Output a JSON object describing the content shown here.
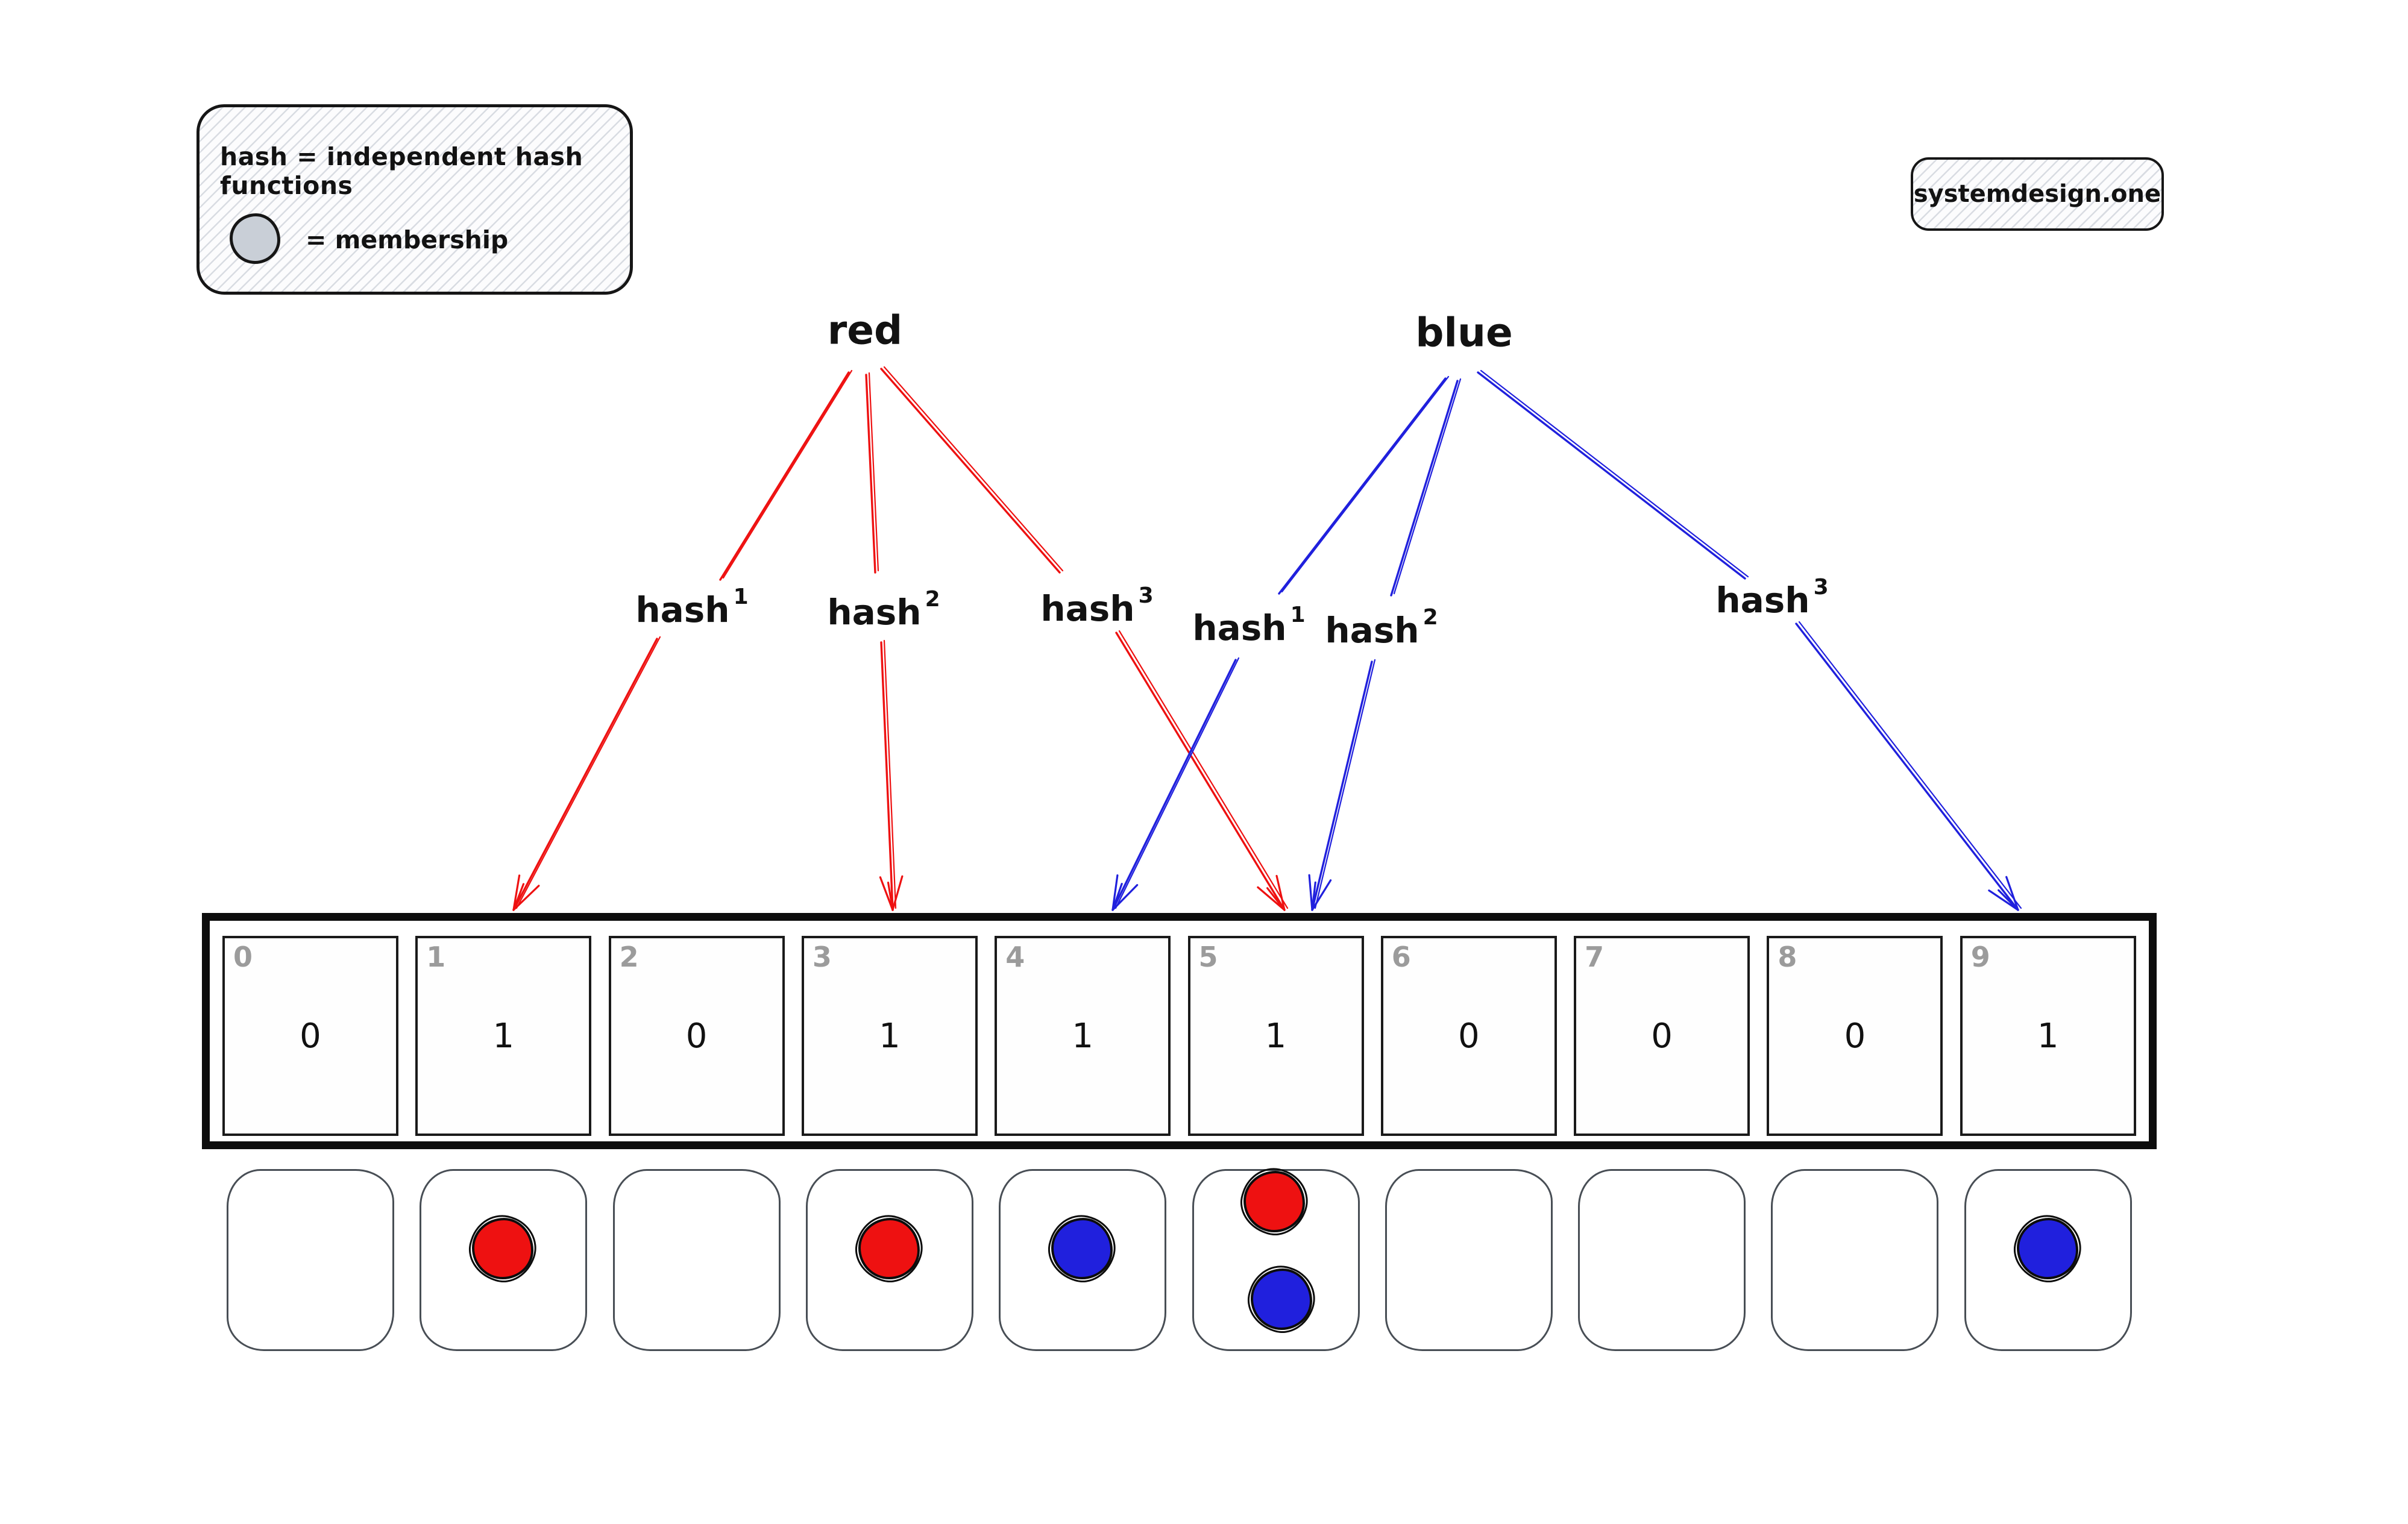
{
  "legend": {
    "hash_definition": "hash = independent hash functions",
    "membership_symbol": "gray-circle",
    "membership_definition": "= membership"
  },
  "badge": {
    "text": "systemdesign.one"
  },
  "items": [
    {
      "name": "red",
      "color": "#ee1111"
    },
    {
      "name": "blue",
      "color": "#2020dd"
    }
  ],
  "hash_functions": [
    {
      "owner": "red",
      "base": "hash",
      "sup": "1",
      "target_bit": 1
    },
    {
      "owner": "red",
      "base": "hash",
      "sup": "2",
      "target_bit": 3
    },
    {
      "owner": "red",
      "base": "hash",
      "sup": "3",
      "target_bit": 5
    },
    {
      "owner": "blue",
      "base": "hash",
      "sup": "1",
      "target_bit": 4
    },
    {
      "owner": "blue",
      "base": "hash",
      "sup": "2",
      "target_bit": 5
    },
    {
      "owner": "blue",
      "base": "hash",
      "sup": "3",
      "target_bit": 9
    }
  ],
  "bit_array": {
    "cells": [
      {
        "index": "0",
        "value": "0"
      },
      {
        "index": "1",
        "value": "1"
      },
      {
        "index": "2",
        "value": "0"
      },
      {
        "index": "3",
        "value": "1"
      },
      {
        "index": "4",
        "value": "1"
      },
      {
        "index": "5",
        "value": "1"
      },
      {
        "index": "6",
        "value": "0"
      },
      {
        "index": "7",
        "value": "0"
      },
      {
        "index": "8",
        "value": "0"
      },
      {
        "index": "9",
        "value": "1"
      }
    ]
  },
  "buckets": [
    {
      "index": 0,
      "members": []
    },
    {
      "index": 1,
      "members": [
        "red"
      ]
    },
    {
      "index": 2,
      "members": []
    },
    {
      "index": 3,
      "members": [
        "red"
      ]
    },
    {
      "index": 4,
      "members": [
        "blue"
      ]
    },
    {
      "index": 5,
      "members": [
        "red",
        "blue"
      ]
    },
    {
      "index": 6,
      "members": []
    },
    {
      "index": 7,
      "members": []
    },
    {
      "index": 8,
      "members": []
    },
    {
      "index": 9,
      "members": [
        "blue"
      ]
    }
  ],
  "colors": {
    "red": "#ee1111",
    "blue": "#2020dd",
    "index_gray": "#9b9b9b",
    "legend_circle_fill": "#c9cfd7"
  }
}
